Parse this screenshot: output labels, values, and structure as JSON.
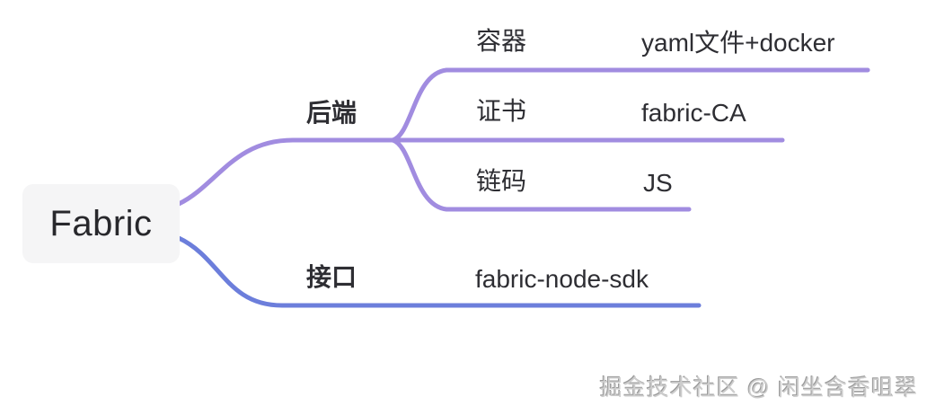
{
  "root": {
    "label": "Fabric"
  },
  "branches": [
    {
      "label": "后端",
      "children": [
        {
          "label": "容器",
          "value": "yaml文件+docker"
        },
        {
          "label": "证书",
          "value": "fabric-CA"
        },
        {
          "label": "链码",
          "value": "JS"
        }
      ]
    },
    {
      "label": "接口",
      "value": "fabric-node-sdk"
    }
  ],
  "watermark": "掘金技术社区 @ 闲坐含香咀翠",
  "colors": {
    "backend_branch": "#a18ce0",
    "interface_branch": "#6c7edb",
    "root_bg": "#f5f5f6",
    "text": "#2e2e33",
    "watermark_gray": "#cdcdcd"
  }
}
